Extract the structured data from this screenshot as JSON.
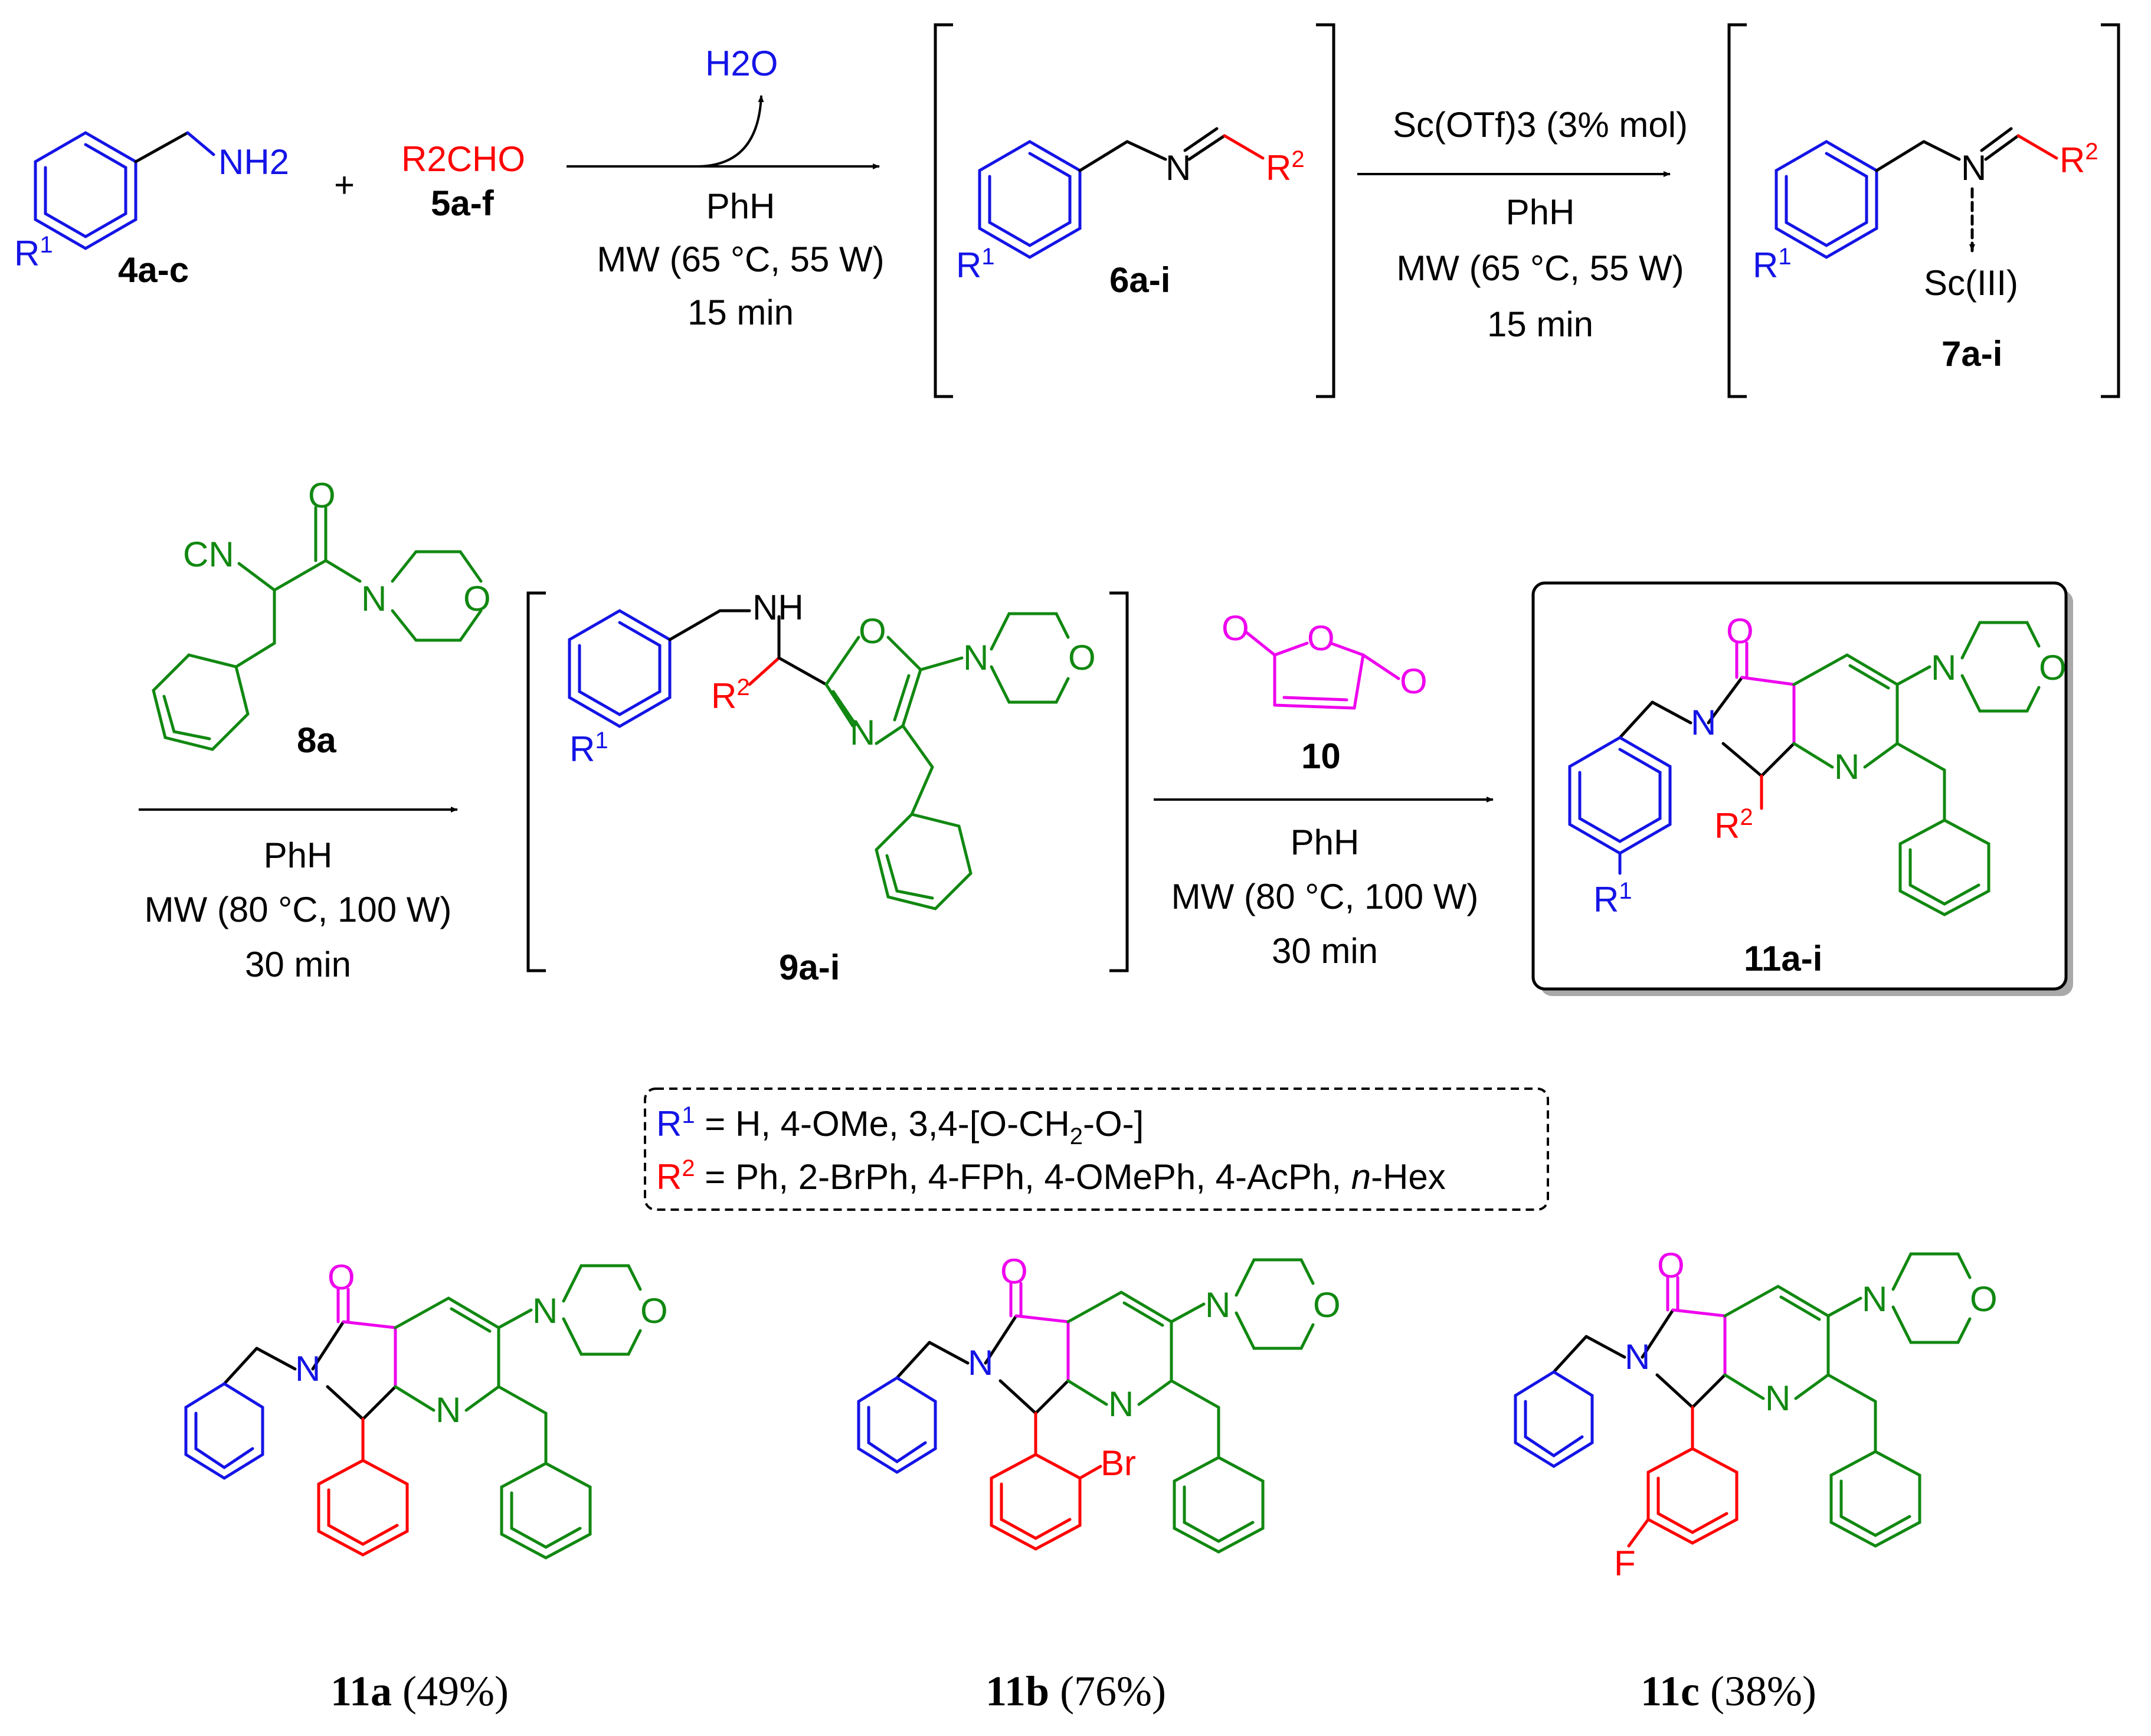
{
  "colors": {
    "r1": "#1414e6",
    "r2": "#ff0000",
    "reagent": "#118811",
    "anhydride": "#ee00ee"
  },
  "atoms": {
    "nh2": "NH2",
    "n": "N",
    "nh": "NH",
    "o": "O",
    "cn": "CN",
    "r": "R",
    "one": "1",
    "two": "2",
    "sc3": "Sc(III)",
    "br": "Br",
    "f": "F",
    "h2o": "H2O",
    "r2cho": "R2CHO"
  },
  "compounds": {
    "c4": "4a-c",
    "c5": "5a-f",
    "c6": "6a-i",
    "c7": "7a-i",
    "c8": "8a",
    "c9": "9a-i",
    "c10": "10",
    "c11": "11a-i"
  },
  "conditions": {
    "step1": [
      "PhH",
      "MW (65 °C, 55 W)",
      "15 min"
    ],
    "step2_catalyst": "Sc(OTf)3 (3% mol)",
    "step2": [
      "PhH",
      "MW (65 °C, 55 W)",
      "15 min"
    ],
    "step3": [
      "PhH",
      "MW (80 °C, 100 W)",
      "30 min"
    ],
    "step4": [
      "PhH",
      "MW (80 °C, 100 W)",
      "30 min"
    ]
  },
  "substituents": {
    "r1_line": "R1 = H, 4-OMe, 3,4-[O-CH2-O-]",
    "r2_line": "R2 = Ph, 2-BrPh, 4-FPh, 4-OMePh, 4-AcPh, n-Hex"
  },
  "products": [
    {
      "id": "11a",
      "yield": "(49%)"
    },
    {
      "id": "11b",
      "yield": "(76%)"
    },
    {
      "id": "11c",
      "yield": "(38%)"
    }
  ]
}
